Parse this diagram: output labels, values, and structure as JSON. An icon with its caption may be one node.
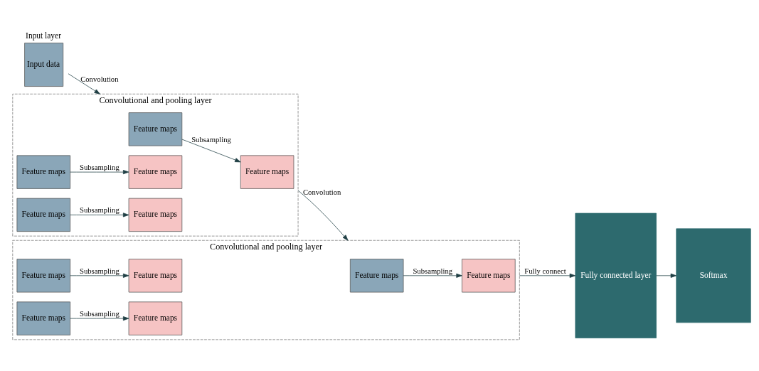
{
  "diagram": {
    "nodes": [
      {
        "text": [
          "Input data"
        ],
        "beside": [
          "Input layer"
        ]
      },
      {
        "text": [
          "Convolutional and pooling layer"
        ]
      },
      {
        "text": [
          "Feature maps"
        ],
        "in": 1
      },
      {
        "text": [
          "Feature maps"
        ],
        "in": 1
      },
      {
        "text": [
          "Feature maps"
        ],
        "in": 1
      },
      {
        "text": [
          "Feature maps"
        ],
        "in": 1
      },
      {
        "text": [
          "Feature maps"
        ],
        "in": 1
      },
      {
        "text": [
          "Feature maps"
        ],
        "in": 1
      },
      {
        "text": [
          "Convolutional and pooling layer"
        ]
      },
      {
        "text": [
          "Feature maps"
        ],
        "in": 8
      },
      {
        "text": [
          "Feature maps"
        ],
        "in": 8
      },
      {
        "text": [
          "Feature maps"
        ],
        "in": 8
      },
      {
        "text": [
          "Feature maps"
        ],
        "in": 8
      },
      {
        "text": [
          "Feature maps"
        ],
        "in": 8
      },
      {
        "text": [
          "Feature maps"
        ],
        "in": 8
      },
      {
        "text": [
          "Fully connected layer"
        ]
      },
      {
        "text": [
          "Softmax"
        ]
      }
    ],
    "edges": [
      {
        "from": 0,
        "to": 1,
        "arrow": "to",
        "label": "Convolution"
      },
      {
        "from": 2,
        "to": 3,
        "arrow": "to",
        "label": "Subsampling"
      },
      {
        "from": 4,
        "to": 5,
        "arrow": "to",
        "label": "Subsampling"
      },
      {
        "from": 6,
        "to": 7,
        "arrow": "to",
        "label": "Subsampling"
      },
      {
        "from": 1,
        "to": 8,
        "arrow": "to",
        "label": "Convolution"
      },
      {
        "from": 9,
        "to": 10,
        "arrow": "to",
        "label": "Subsampling"
      },
      {
        "from": 11,
        "to": 12,
        "arrow": "to",
        "label": "Subsampling"
      },
      {
        "from": 13,
        "to": 14,
        "arrow": "to",
        "label": "Subsampling"
      },
      {
        "from": 8,
        "to": 15,
        "arrow": "to",
        "label": "Fully connect"
      },
      {
        "from": 15,
        "to": 16,
        "arrow": "to"
      }
    ]
  }
}
